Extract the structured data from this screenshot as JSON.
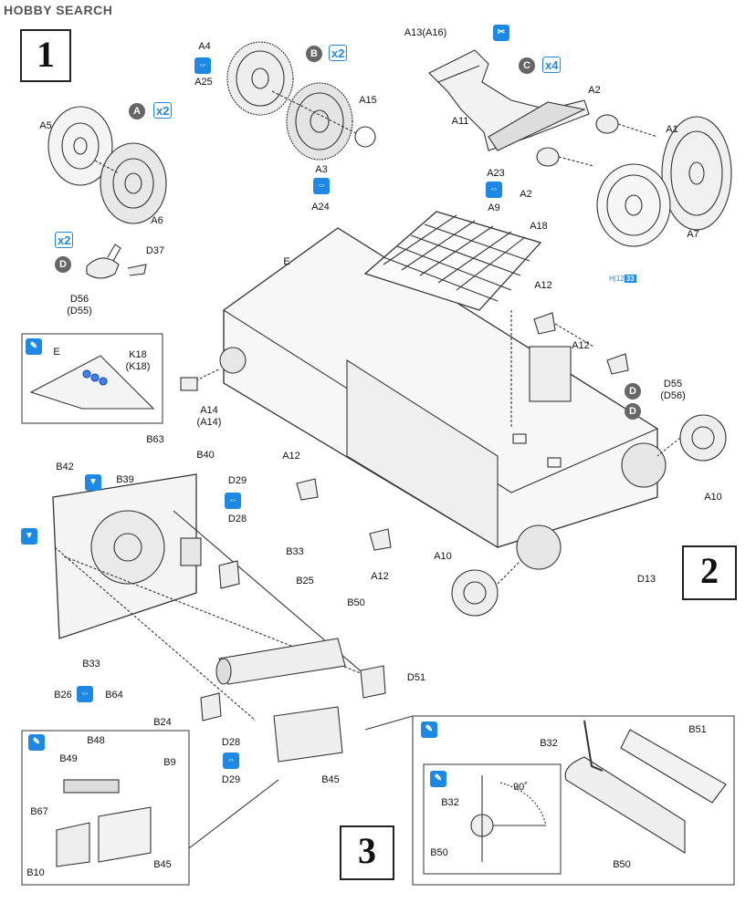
{
  "watermark": "HOBBY SEARCH",
  "steps": [
    "1",
    "2",
    "3"
  ],
  "quantities": {
    "a": "x2",
    "b": "x2",
    "c": "x4",
    "d": "x2"
  },
  "groups": {
    "a": "A",
    "b": "B",
    "c": "C",
    "d": "D",
    "d2": "D",
    "d3": "D"
  },
  "page_ref": {
    "h": "H",
    "n1": "12",
    "n2": "33"
  },
  "labels": {
    "A4": "A4",
    "A25": "A25",
    "A5": "A5",
    "A6": "A6",
    "A15": "A15",
    "A3": "A3",
    "A24": "A24",
    "A13": "A13(A16)",
    "A11": "A11",
    "A23": "A23",
    "A9": "A9",
    "A2a": "A2",
    "A2b": "A2",
    "A1": "A1",
    "A7": "A7",
    "A18": "A18",
    "D37": "D37",
    "D56": "D56",
    "D55p": "(D55)",
    "E": "E",
    "Ei": "E",
    "K18": "K18",
    "K18p": "(K18)",
    "A14": "A14",
    "A14p": "(A14)",
    "A12a": "A12",
    "A12b": "A12",
    "A12c": "A12",
    "A12d": "A12",
    "D55": "D55",
    "D56p": "(D56)",
    "A10a": "A10",
    "A10b": "A10",
    "D13": "D13",
    "B63": "B63",
    "B40": "B40",
    "B42": "B42",
    "B39": "B39",
    "D29a": "D29",
    "D28a": "D28",
    "B33a": "B33",
    "B25": "B25",
    "B50a": "B50",
    "B33b": "B33",
    "B26": "B26",
    "B64": "B64",
    "B24": "B24",
    "D51": "D51",
    "D28b": "D28",
    "D29b": "D29",
    "B45a": "B45",
    "B48": "B48",
    "B49": "B49",
    "B9": "B9",
    "B67": "B67",
    "B45b": "B45",
    "B10": "B10",
    "B32a": "B32",
    "B51": "B51",
    "B50b": "B50",
    "B32b": "B32",
    "B50c": "B50",
    "deg": "90˚"
  }
}
